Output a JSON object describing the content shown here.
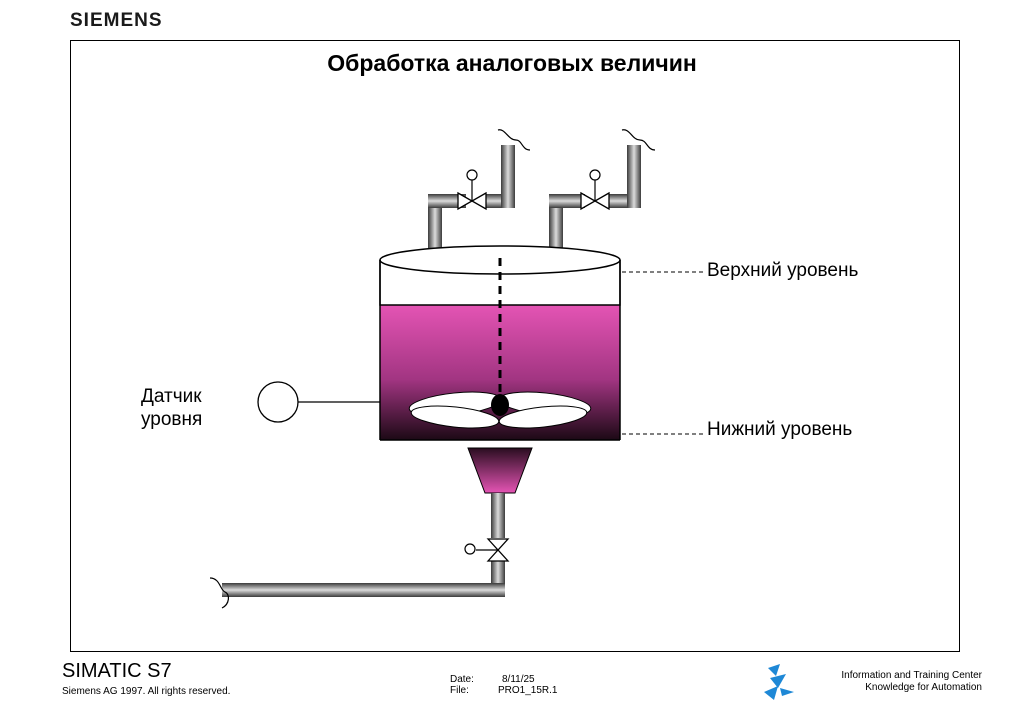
{
  "header": {
    "brand": "SIEMENS"
  },
  "diagram": {
    "title": "Обработка аналоговых величин",
    "labels": {
      "upper_level": "Верхний уровень",
      "lower_level": "Нижний уровень",
      "sensor_line1": "Датчик",
      "sensor_line2": "уровня"
    },
    "colors": {
      "liquid_top": "#e454b4",
      "liquid_bottom": "#230a1a",
      "pipe_dark": "#3c3c3c",
      "pipe_light": "#d8d8d8"
    }
  },
  "footer": {
    "product": "SIMATIC S7",
    "copyright": "Siemens AG 1997. All rights reserved.",
    "date_label": "Date:",
    "date_value": "8/11/25",
    "file_label": "File:",
    "file_value": "PRO1_15R.1",
    "center_line1": "Information and Training Center",
    "center_line2": "Knowledge for Automation"
  }
}
